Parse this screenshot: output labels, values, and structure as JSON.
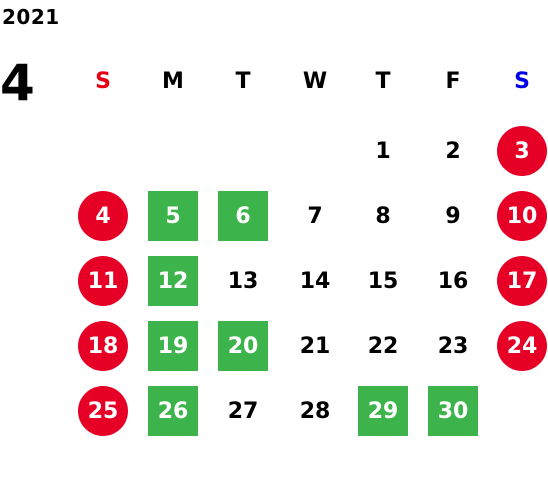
{
  "year": "2021",
  "month": "4",
  "weekdays": [
    "S",
    "M",
    "T",
    "W",
    "T",
    "F",
    "S"
  ],
  "weeks": [
    [
      {
        "d": "",
        "s": ""
      },
      {
        "d": "",
        "s": ""
      },
      {
        "d": "",
        "s": ""
      },
      {
        "d": "",
        "s": ""
      },
      {
        "d": "1",
        "s": ""
      },
      {
        "d": "2",
        "s": ""
      },
      {
        "d": "3",
        "s": "red"
      }
    ],
    [
      {
        "d": "4",
        "s": "red"
      },
      {
        "d": "5",
        "s": "green"
      },
      {
        "d": "6",
        "s": "green"
      },
      {
        "d": "7",
        "s": ""
      },
      {
        "d": "8",
        "s": ""
      },
      {
        "d": "9",
        "s": ""
      },
      {
        "d": "10",
        "s": "red"
      }
    ],
    [
      {
        "d": "11",
        "s": "red"
      },
      {
        "d": "12",
        "s": "green"
      },
      {
        "d": "13",
        "s": ""
      },
      {
        "d": "14",
        "s": ""
      },
      {
        "d": "15",
        "s": ""
      },
      {
        "d": "16",
        "s": ""
      },
      {
        "d": "17",
        "s": "red"
      }
    ],
    [
      {
        "d": "18",
        "s": "red"
      },
      {
        "d": "19",
        "s": "green"
      },
      {
        "d": "20",
        "s": "green"
      },
      {
        "d": "21",
        "s": ""
      },
      {
        "d": "22",
        "s": ""
      },
      {
        "d": "23",
        "s": ""
      },
      {
        "d": "24",
        "s": "red"
      }
    ],
    [
      {
        "d": "25",
        "s": "red"
      },
      {
        "d": "26",
        "s": "green"
      },
      {
        "d": "27",
        "s": ""
      },
      {
        "d": "28",
        "s": ""
      },
      {
        "d": "29",
        "s": "green"
      },
      {
        "d": "30",
        "s": "green"
      },
      {
        "d": "",
        "s": ""
      }
    ]
  ],
  "colors": {
    "holiday": "#e60026",
    "closed": "#3cb44b",
    "sunday_header": "#e60012",
    "saturday_header": "#0000e6"
  }
}
